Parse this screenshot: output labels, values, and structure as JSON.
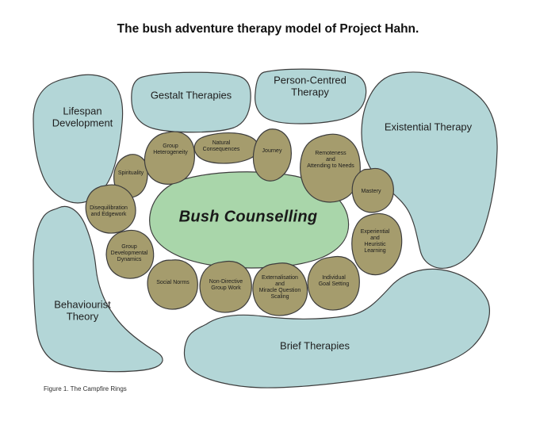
{
  "title": "The bush adventure therapy model of Project Hahn.",
  "caption": "Figure 1. The Campfire Rings",
  "colors": {
    "outer_blob": "#b3d6d7",
    "stone": "#a59c6d",
    "center_blob": "#a9d6aa",
    "outline": "#3d3d3d"
  },
  "center": {
    "label": "Bush Counselling"
  },
  "outer_blobs": [
    {
      "id": "lifespan-development",
      "label": "Lifespan\nDevelopment"
    },
    {
      "id": "gestalt-therapies",
      "label": "Gestalt Therapies"
    },
    {
      "id": "person-centred-therapy",
      "label": "Person-Centred\nTherapy"
    },
    {
      "id": "existential-therapy",
      "label": "Existential Therapy"
    },
    {
      "id": "behaviourist-theory",
      "label": "Behaviourist\nTheory"
    },
    {
      "id": "brief-therapies",
      "label": "Brief Therapies"
    }
  ],
  "stones": [
    {
      "id": "spirituality",
      "label": "Spirituality"
    },
    {
      "id": "group-heterogeneity",
      "label": "Group\nHeterogeneity"
    },
    {
      "id": "natural-consequences",
      "label": "Natural\nConsequences"
    },
    {
      "id": "journey",
      "label": "Journey"
    },
    {
      "id": "remoteness-attending-needs",
      "label": "Remoteness\nand\nAttending to Needs"
    },
    {
      "id": "mastery",
      "label": "Mastery"
    },
    {
      "id": "experiential-heuristic-learning",
      "label": "Experiential\nand\nHeuristic\nLearning"
    },
    {
      "id": "individual-goal-setting",
      "label": "Individual\nGoal Setting"
    },
    {
      "id": "externalisation-miracle-question-scaling",
      "label": "Externalisation\nand\nMiracle Question\nScaling"
    },
    {
      "id": "non-directive-group-work",
      "label": "Non-Directive\nGroup Work"
    },
    {
      "id": "social-norms",
      "label": "Social Norms"
    },
    {
      "id": "group-developmental-dynamics",
      "label": "Group\nDevelopmental\nDynamics"
    },
    {
      "id": "disequilibration-edgework",
      "label": "Disequilibration\nand Edgework"
    }
  ]
}
